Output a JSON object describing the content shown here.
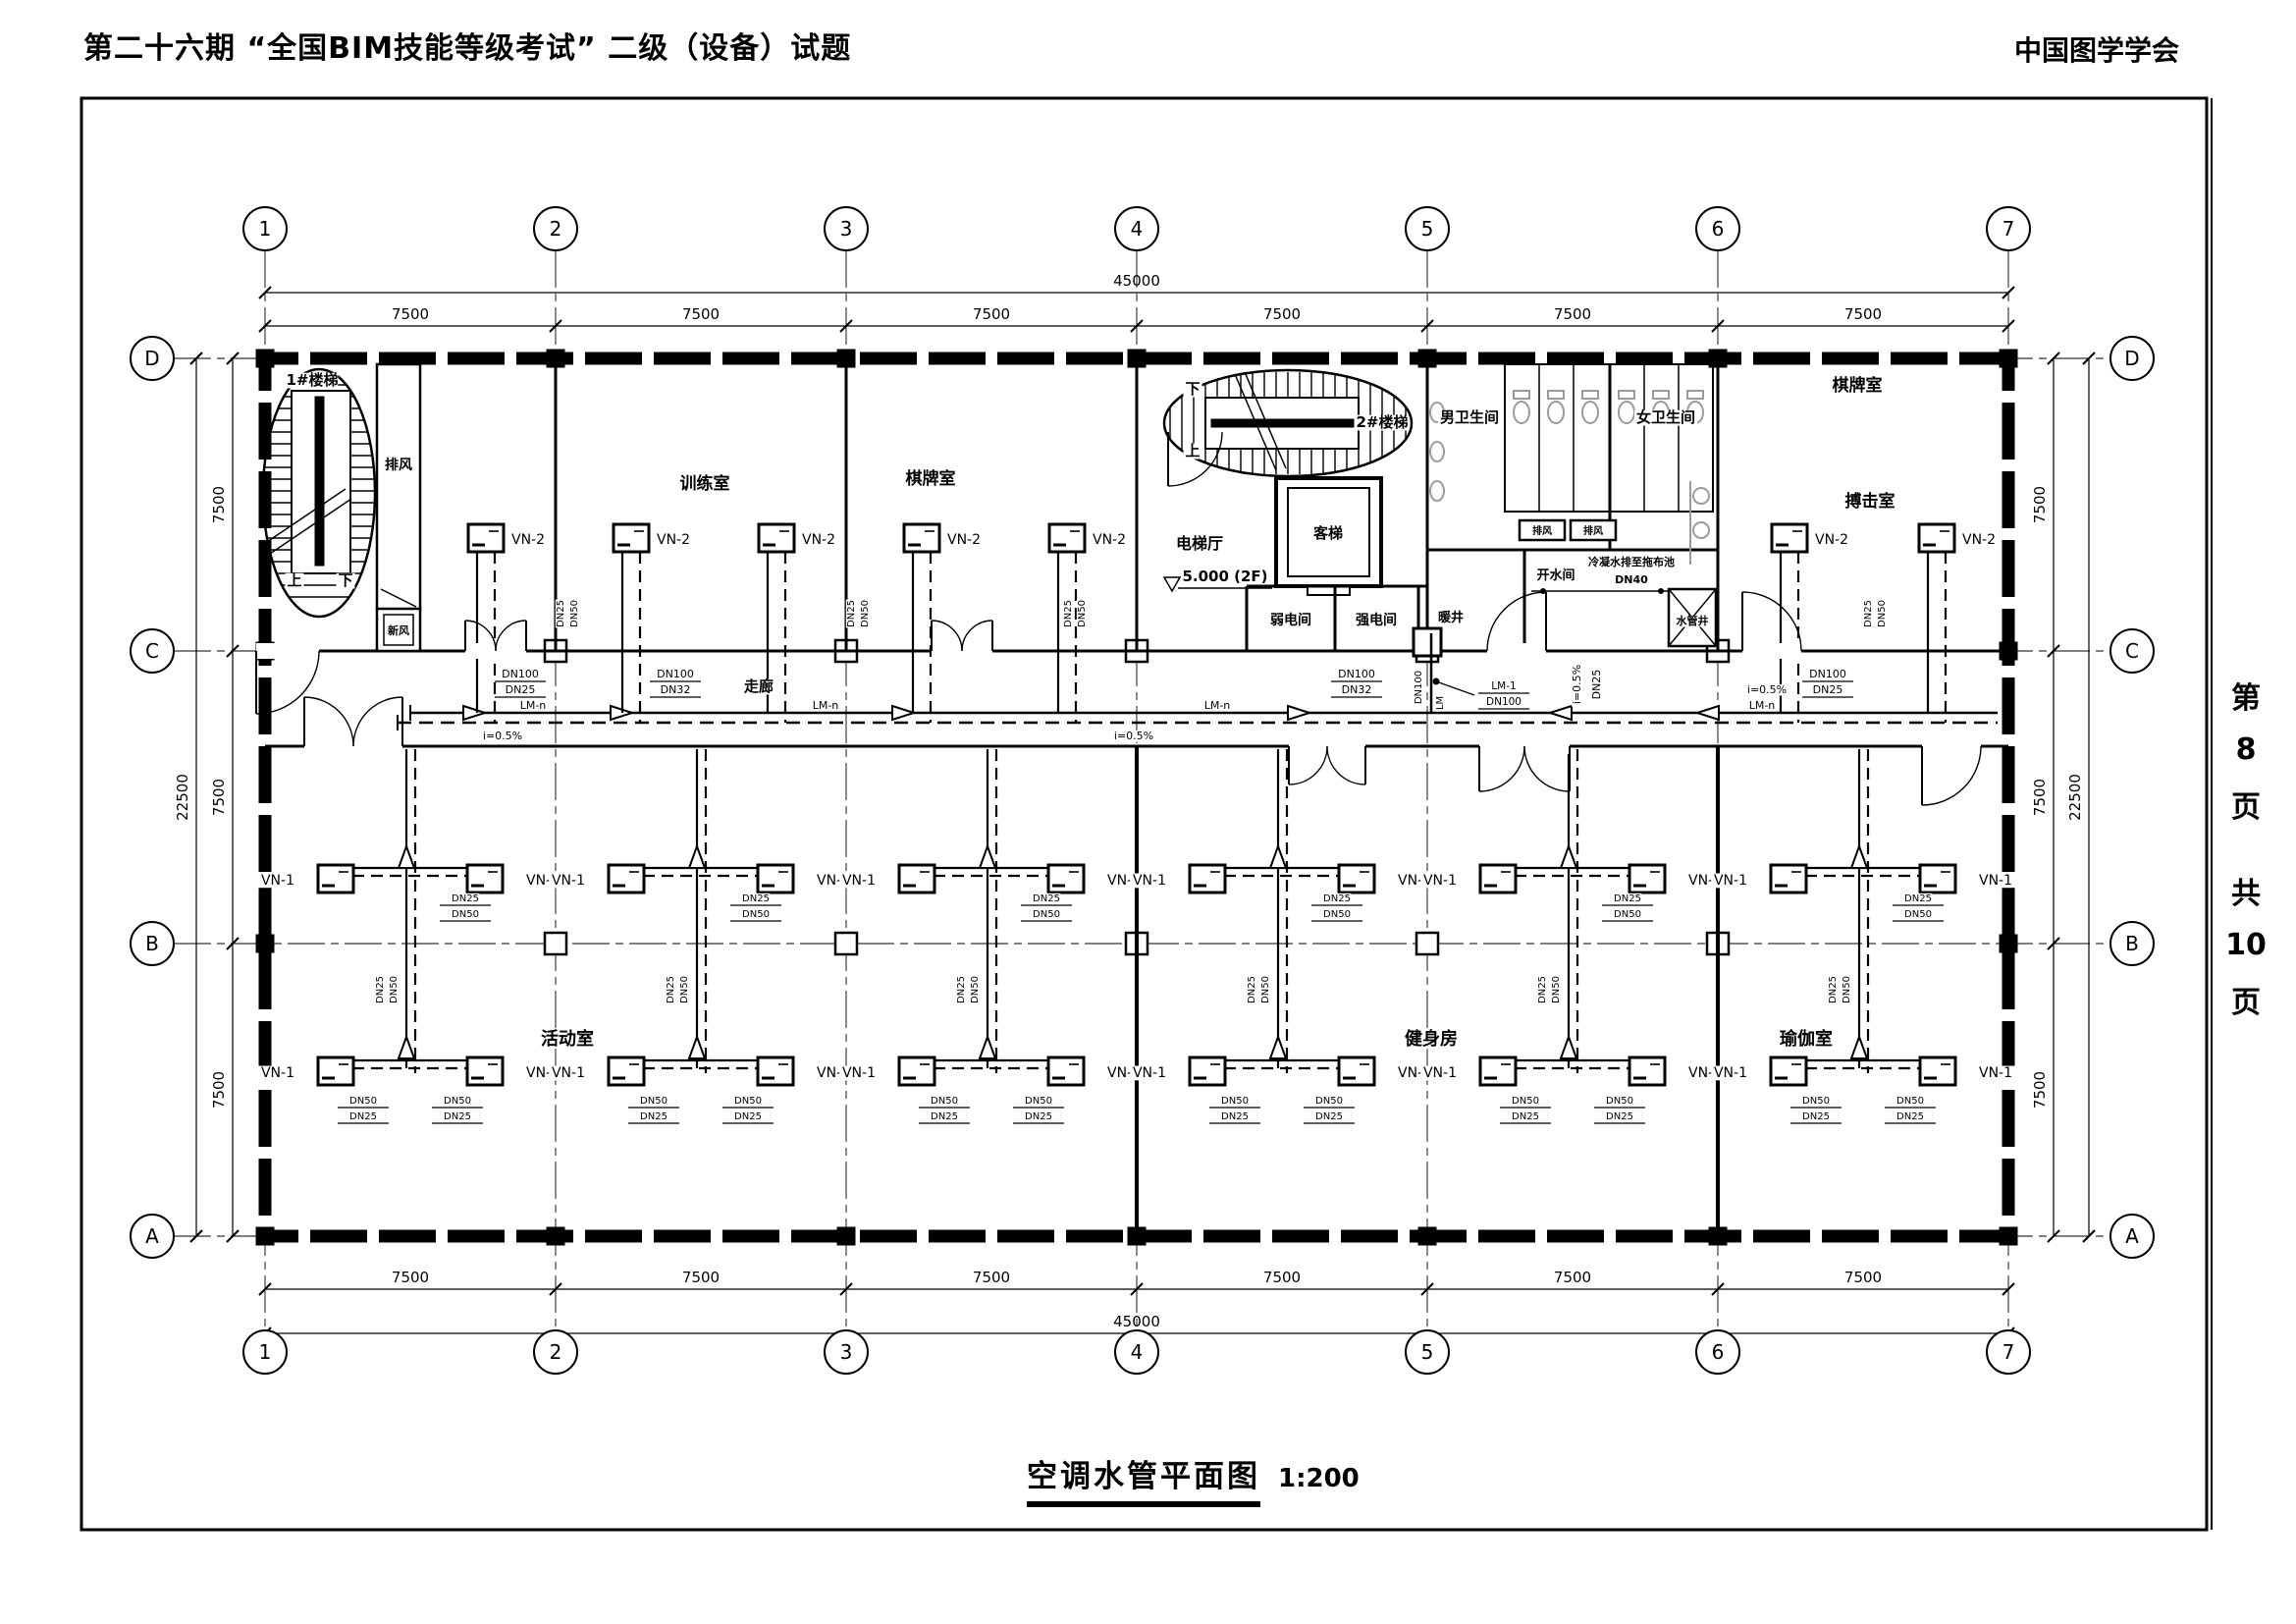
{
  "header": {
    "title": "第二十六期 “全国BIM技能等级考试” 二级（设备）试题",
    "org": "中国图学学会"
  },
  "page_info": {
    "chars": [
      "第",
      "8",
      "页",
      "",
      "共",
      "10",
      "页"
    ]
  },
  "caption": {
    "title": "空调水管平面图",
    "scale": "1:200"
  },
  "grid": {
    "col_labels": [
      "1",
      "2",
      "3",
      "4",
      "5",
      "6",
      "7"
    ],
    "row_labels": [
      "D",
      "C",
      "B",
      "A"
    ]
  },
  "dims": {
    "bay": "7500",
    "total_width": "45000",
    "side_bay": "7500",
    "total_height": "22500"
  },
  "rooms": {
    "stair1": "1#楼梯",
    "exhaust": "排风",
    "fresh_air": "新风",
    "up": "上",
    "down": "下",
    "training": "训练室",
    "chess_a": "棋牌室",
    "elevator_hall": "电梯厅",
    "level": "5.000 (2F)",
    "passenger_lift": "客梯",
    "stair2": "2#楼梯",
    "weak_power": "弱电间",
    "strong_power": "强电间",
    "warm_shaft": "暖井",
    "male_wc": "男卫生间",
    "female_wc": "女卫生间",
    "hot_water": "开水间",
    "pipe_shaft": "水管井",
    "vent": "排风",
    "condensate_note": "冷凝水排至拖布池",
    "condensate_dn": "DN40",
    "chess_b": "棋牌室",
    "boxing": "搏击室",
    "corridor": "走廊",
    "activity": "活动室",
    "gym": "健身房",
    "yoga": "瑜伽室"
  },
  "equipment": {
    "fcu_top": "VN-2",
    "fcu_floor": "VN-1"
  },
  "pipes": {
    "lm_n": "LM-n",
    "lm_1": "LM-1",
    "dn100": "DN100",
    "dn25": "DN25",
    "dn32": "DN32",
    "dn40": "DN40",
    "dn50": "DN50",
    "slope": "i=0.5%",
    "pairs": {
      "dn100_25": [
        "DN100",
        "DN25"
      ],
      "dn100_32": [
        "DN100",
        "DN32"
      ],
      "dn25_50": [
        "DN25",
        "DN50"
      ],
      "dn50_25": [
        "DN50",
        "DN25"
      ],
      "lm1_dn100": [
        "LM-1",
        "DN100"
      ]
    }
  }
}
